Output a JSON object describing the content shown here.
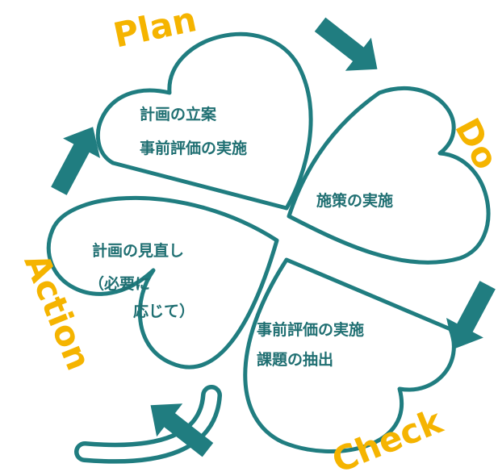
{
  "colors": {
    "accent": "#207d80",
    "phase": "#f5b400",
    "text": "#1f6f72"
  },
  "phases": {
    "plan": "Plan",
    "do": "Do",
    "check": "Check",
    "action": "Action"
  },
  "petals": {
    "plan": {
      "line1": "計画の立案",
      "line2": "事前評価の実施"
    },
    "do": {
      "line1": "施策の実施"
    },
    "check": {
      "line1": "事前評価の実施",
      "line2": "課題の抽出"
    },
    "action": {
      "line1": "計画の見直し",
      "line2": "（必要に",
      "line3": "応じて）"
    }
  }
}
